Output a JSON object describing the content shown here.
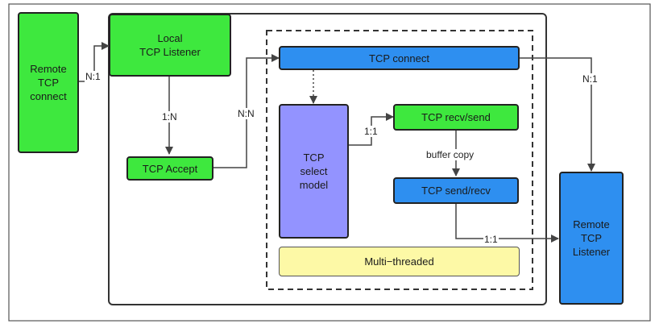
{
  "nodes": {
    "remote_connect": "Remote\nTCP\nconnect",
    "local_listener": "Local\nTCP Listener",
    "tcp_accept": "TCP Accept",
    "tcp_connect": "TCP connect",
    "select_model": "TCP\nselect\nmodel",
    "recv_send": "TCP recv/send",
    "send_recv": "TCP send/recv",
    "multi_threaded": "Multi−threaded",
    "remote_listener": "Remote\nTCP\nListener"
  },
  "edge_labels": {
    "n1_left": "N:1",
    "one_n": "1:N",
    "n_n": "N:N",
    "n1_right": "N:1",
    "one_one_mid": "1:1",
    "buffer_copy": "buffer copy",
    "one_one_bottom": "1:1"
  },
  "colors": {
    "green": "#3ee83e",
    "blue": "#2e8ff0",
    "purple": "#9393ff",
    "yellow": "#fdf9a6"
  }
}
